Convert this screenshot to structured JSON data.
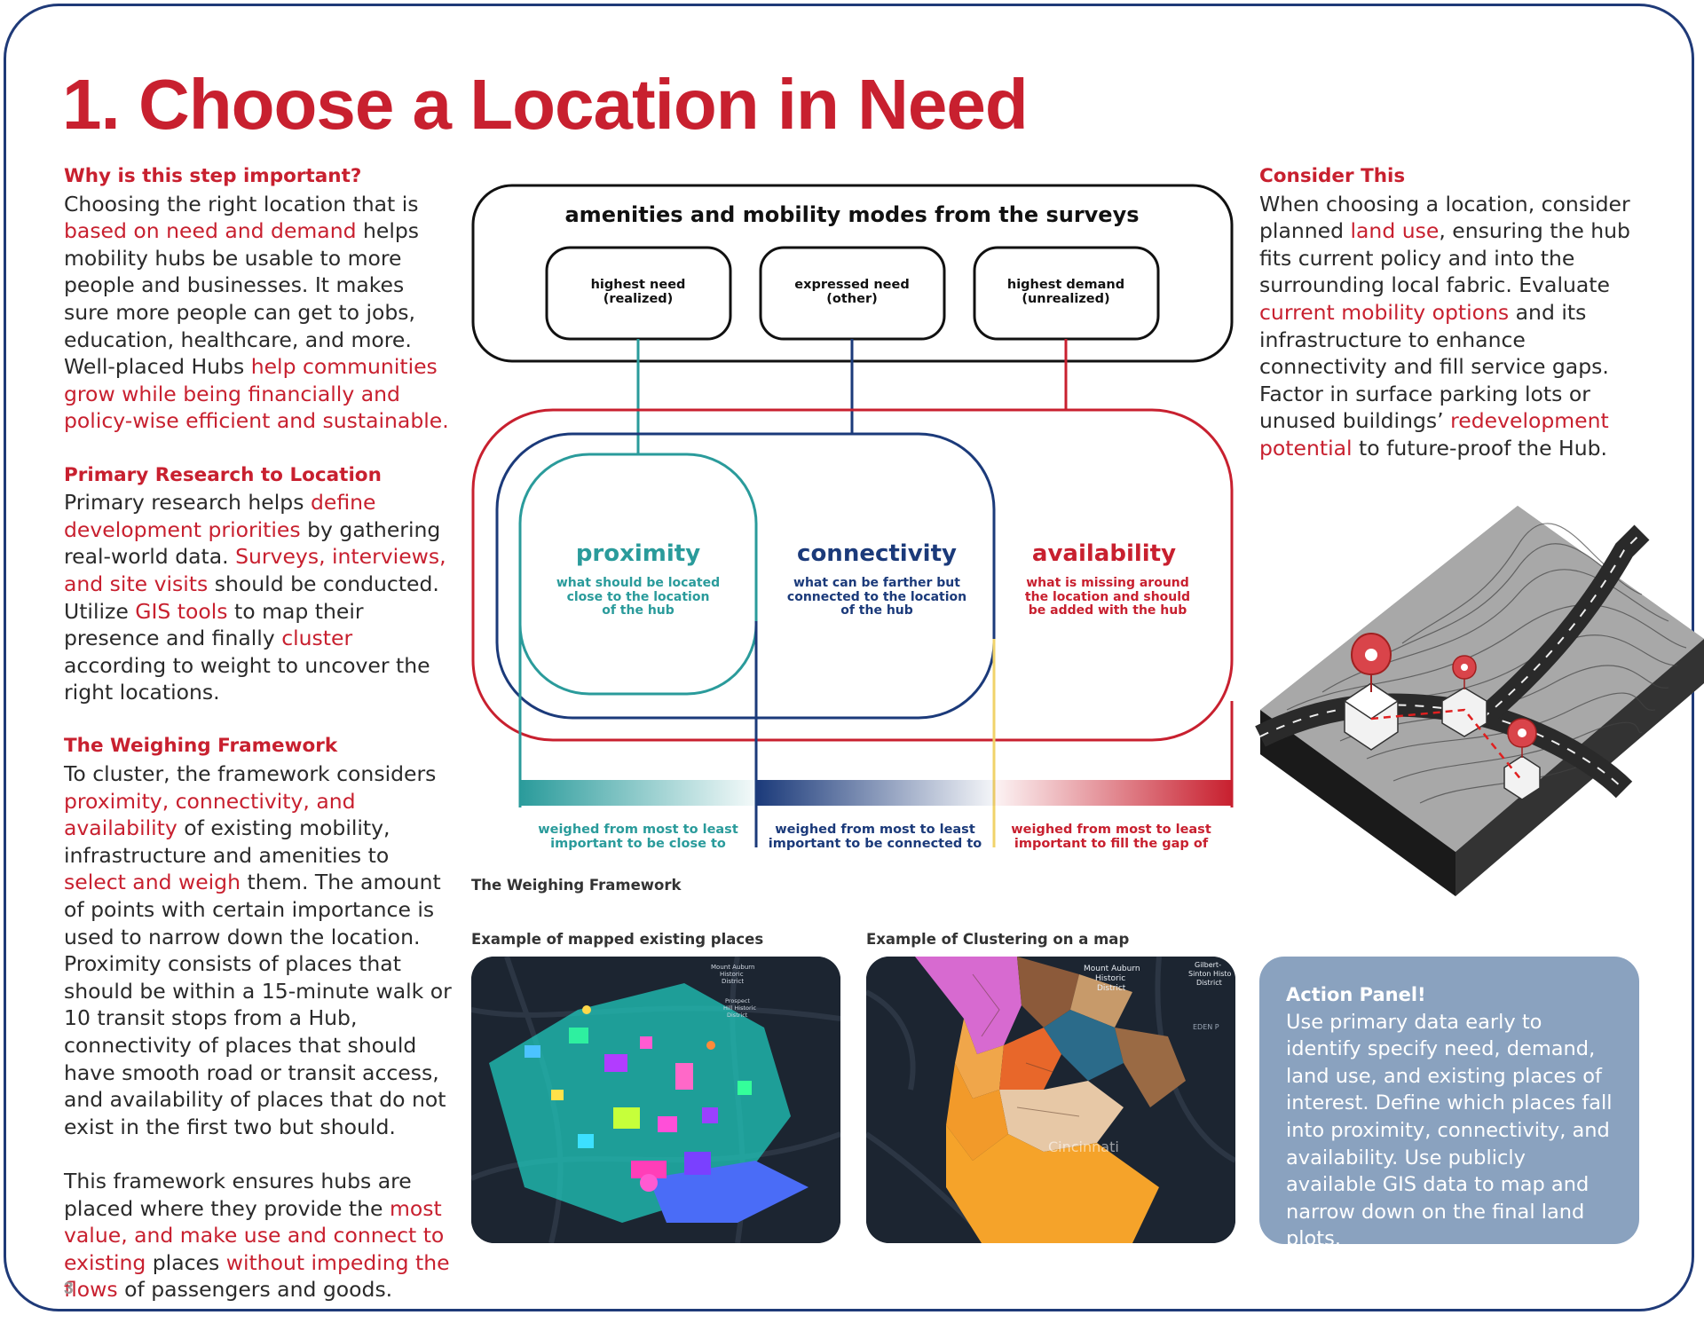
{
  "page": {
    "title": "1. Choose a Location in Need",
    "page_number": "3"
  },
  "left": {
    "s1_heading": "Why is this step important?",
    "s1_t1": "Choosing the right location that is",
    "s1_r1": "based on need and demand",
    "s1_t2": "helps mobility hubs be usable to more people and businesses. It makes sure more people can get to jobs, education, healthcare, and more. Well-placed Hubs",
    "s1_r2": "help communities grow while being financially and policy-wise efficient and sustainable.",
    "s2_heading": "Primary Research to Location",
    "s2_t1": "Primary research helps",
    "s2_r1": "define development priorities",
    "s2_t2": "by gathering real-world data.",
    "s2_r2": "Surveys, interviews, and site visits",
    "s2_t3": "should be conducted. Utilize",
    "s2_r3": "GIS tools",
    "s2_t4": "to map their presence and finally",
    "s2_r4": "cluster",
    "s2_t5": "according to weight to uncover the right locations.",
    "s3_heading": "The Weighing Framework",
    "s3_t1": "To cluster, the framework considers",
    "s3_r1": "proximity, connectivity, and availability",
    "s3_t2": "of existing mobility, infrastructure and amenities to",
    "s3_r2": "select and weigh",
    "s3_t3": "them. The amount of points with certain importance is used to narrow down the location. Proximity consists of places that should be within a 15-minute walk or 10 transit stops from a Hub, connectivity of places that should have smooth road or transit access, and availability of places that do not exist in the first two but should.",
    "s4_t1": "This framework ensures hubs are placed where they provide the",
    "s4_r1": "most value, and make use and connect to existing",
    "s4_t2": "places",
    "s4_r2": "without impeding the flows",
    "s4_t3": "of passengers and goods."
  },
  "right": {
    "heading": "Consider This",
    "t1": "When choosing a location, consider planned",
    "r1": "land use",
    "t2": ", ensuring the hub fits current policy and into the surrounding local fabric. Evaluate",
    "r2": "current mobility options",
    "t3": "and its infrastructure to enhance connectivity and fill service gaps. Factor in surface parking lots or unused buildings’",
    "r3": "redevelopment potential",
    "t4": "to future-proof the Hub."
  },
  "diagram": {
    "header": "amenities and mobility modes from the surveys",
    "box1_l1": "highest need",
    "box1_l2": "(realized)",
    "box2_l1": "expressed need",
    "box2_l2": "(other)",
    "box3_l1": "highest demand",
    "box3_l2": "(unrealized)",
    "prox_title": "proximity",
    "prox_l1": "what should be located",
    "prox_l2": "close to the location",
    "prox_l3": "of the hub",
    "conn_title": "connectivity",
    "conn_l1": "what can be farther but",
    "conn_l2": "connected to the location",
    "conn_l3": "of the hub",
    "avail_title": "availability",
    "avail_l1": "what is missing around",
    "avail_l2": "the location and should",
    "avail_l3": "be added with the hub",
    "w1_l1": "weighed from most to least",
    "w1_l2": "important to be close to",
    "w2_l1": "weighed from most to least",
    "w2_l2": "important to be connected to",
    "w3_l1": "weighed from most to least",
    "w3_l2": "important to fill the gap of",
    "caption": "The Weighing Framework",
    "colors": {
      "teal": "#2a9b9b",
      "navy": "#1b3a7a",
      "red": "#c8202f",
      "yellow": "#f0d36a"
    }
  },
  "maps": {
    "caption1": "Example of mapped existing places",
    "caption2": "Example of Clustering on a map",
    "m1_label_a": "Mount Auburn",
    "m1_label_b": "Historic",
    "m1_label_c": "District",
    "m1_label_d": "Prospect",
    "m1_label_e": "Hill Historic",
    "m1_label_f": "District",
    "m2_label_a": "Mount Auburn",
    "m2_label_b": "Historic",
    "m2_label_c": "District",
    "m2_label_d": "Gilbert-",
    "m2_label_e": "Sinton Histo",
    "m2_label_f": "District",
    "m2_label_g": "EDEN P",
    "m2_label_h": "Cincinnati"
  },
  "action": {
    "heading": "Action Panel!",
    "body": "Use primary data early to identify specify need, demand, land use, and existing places of interest. Define which places fall into proximity, connectivity, and availability. Use publicly available GIS data to map and narrow down on the final land plots."
  }
}
